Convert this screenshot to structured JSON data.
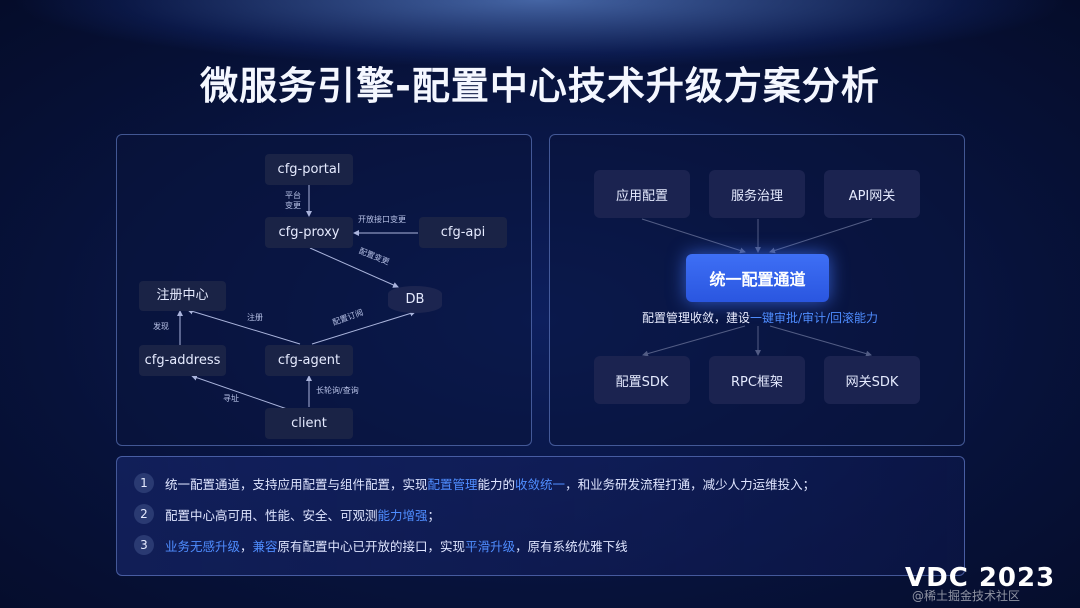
{
  "title": "微服务引擎-配置中心技术升级方案分析",
  "left_diagram": {
    "nodes": {
      "cfg_portal": "cfg-portal",
      "cfg_proxy": "cfg-proxy",
      "cfg_api": "cfg-api",
      "db": "DB",
      "registry": "注册中心",
      "cfg_address": "cfg-address",
      "cfg_agent": "cfg-agent",
      "client": "client"
    },
    "edges": {
      "platform_change_1": "平台",
      "platform_change_2": "变更",
      "open_api_change": "开放接口变更",
      "config_change": "配置变更",
      "register": "注册",
      "config_subscribe": "配置订阅",
      "discover": "发现",
      "long_poll_query": "长轮询/查询",
      "address_lookup": "寻址"
    }
  },
  "right_diagram": {
    "top_nodes": [
      "应用配置",
      "服务治理",
      "API网关"
    ],
    "center": "统一配置通道",
    "caption_prefix": "配置管理收敛，建设",
    "caption_highlight": "一键审批/审计/回滚能力",
    "bottom_nodes": [
      "配置SDK",
      "RPC框架",
      "网关SDK"
    ]
  },
  "points": [
    {
      "num": "1",
      "seg1": "统一配置通道，支持应用配置与组件配置，实现",
      "hl1": "配置管理",
      "seg2": "能力的",
      "hl2": "收敛统一",
      "seg3": "，和业务研发流程打通，减少人力运维投入；"
    },
    {
      "num": "2",
      "seg1": "配置中心高可用、性能、安全、可观测",
      "hl1": "能力增强",
      "seg2": "；"
    },
    {
      "num": "3",
      "hl1": "业务无感升级",
      "seg1": "，",
      "hl2": "兼容",
      "seg2": "原有配置中心已开放的接口，实现",
      "hl3": "平滑升级",
      "seg3": "，原有系统优雅下线"
    }
  ],
  "logo": "VDC 2023",
  "watermark": "@稀土掘金技术社区",
  "colors": {
    "accent": "#4f8dff",
    "center_node": "#3e6ff5",
    "background": "#07123a"
  }
}
